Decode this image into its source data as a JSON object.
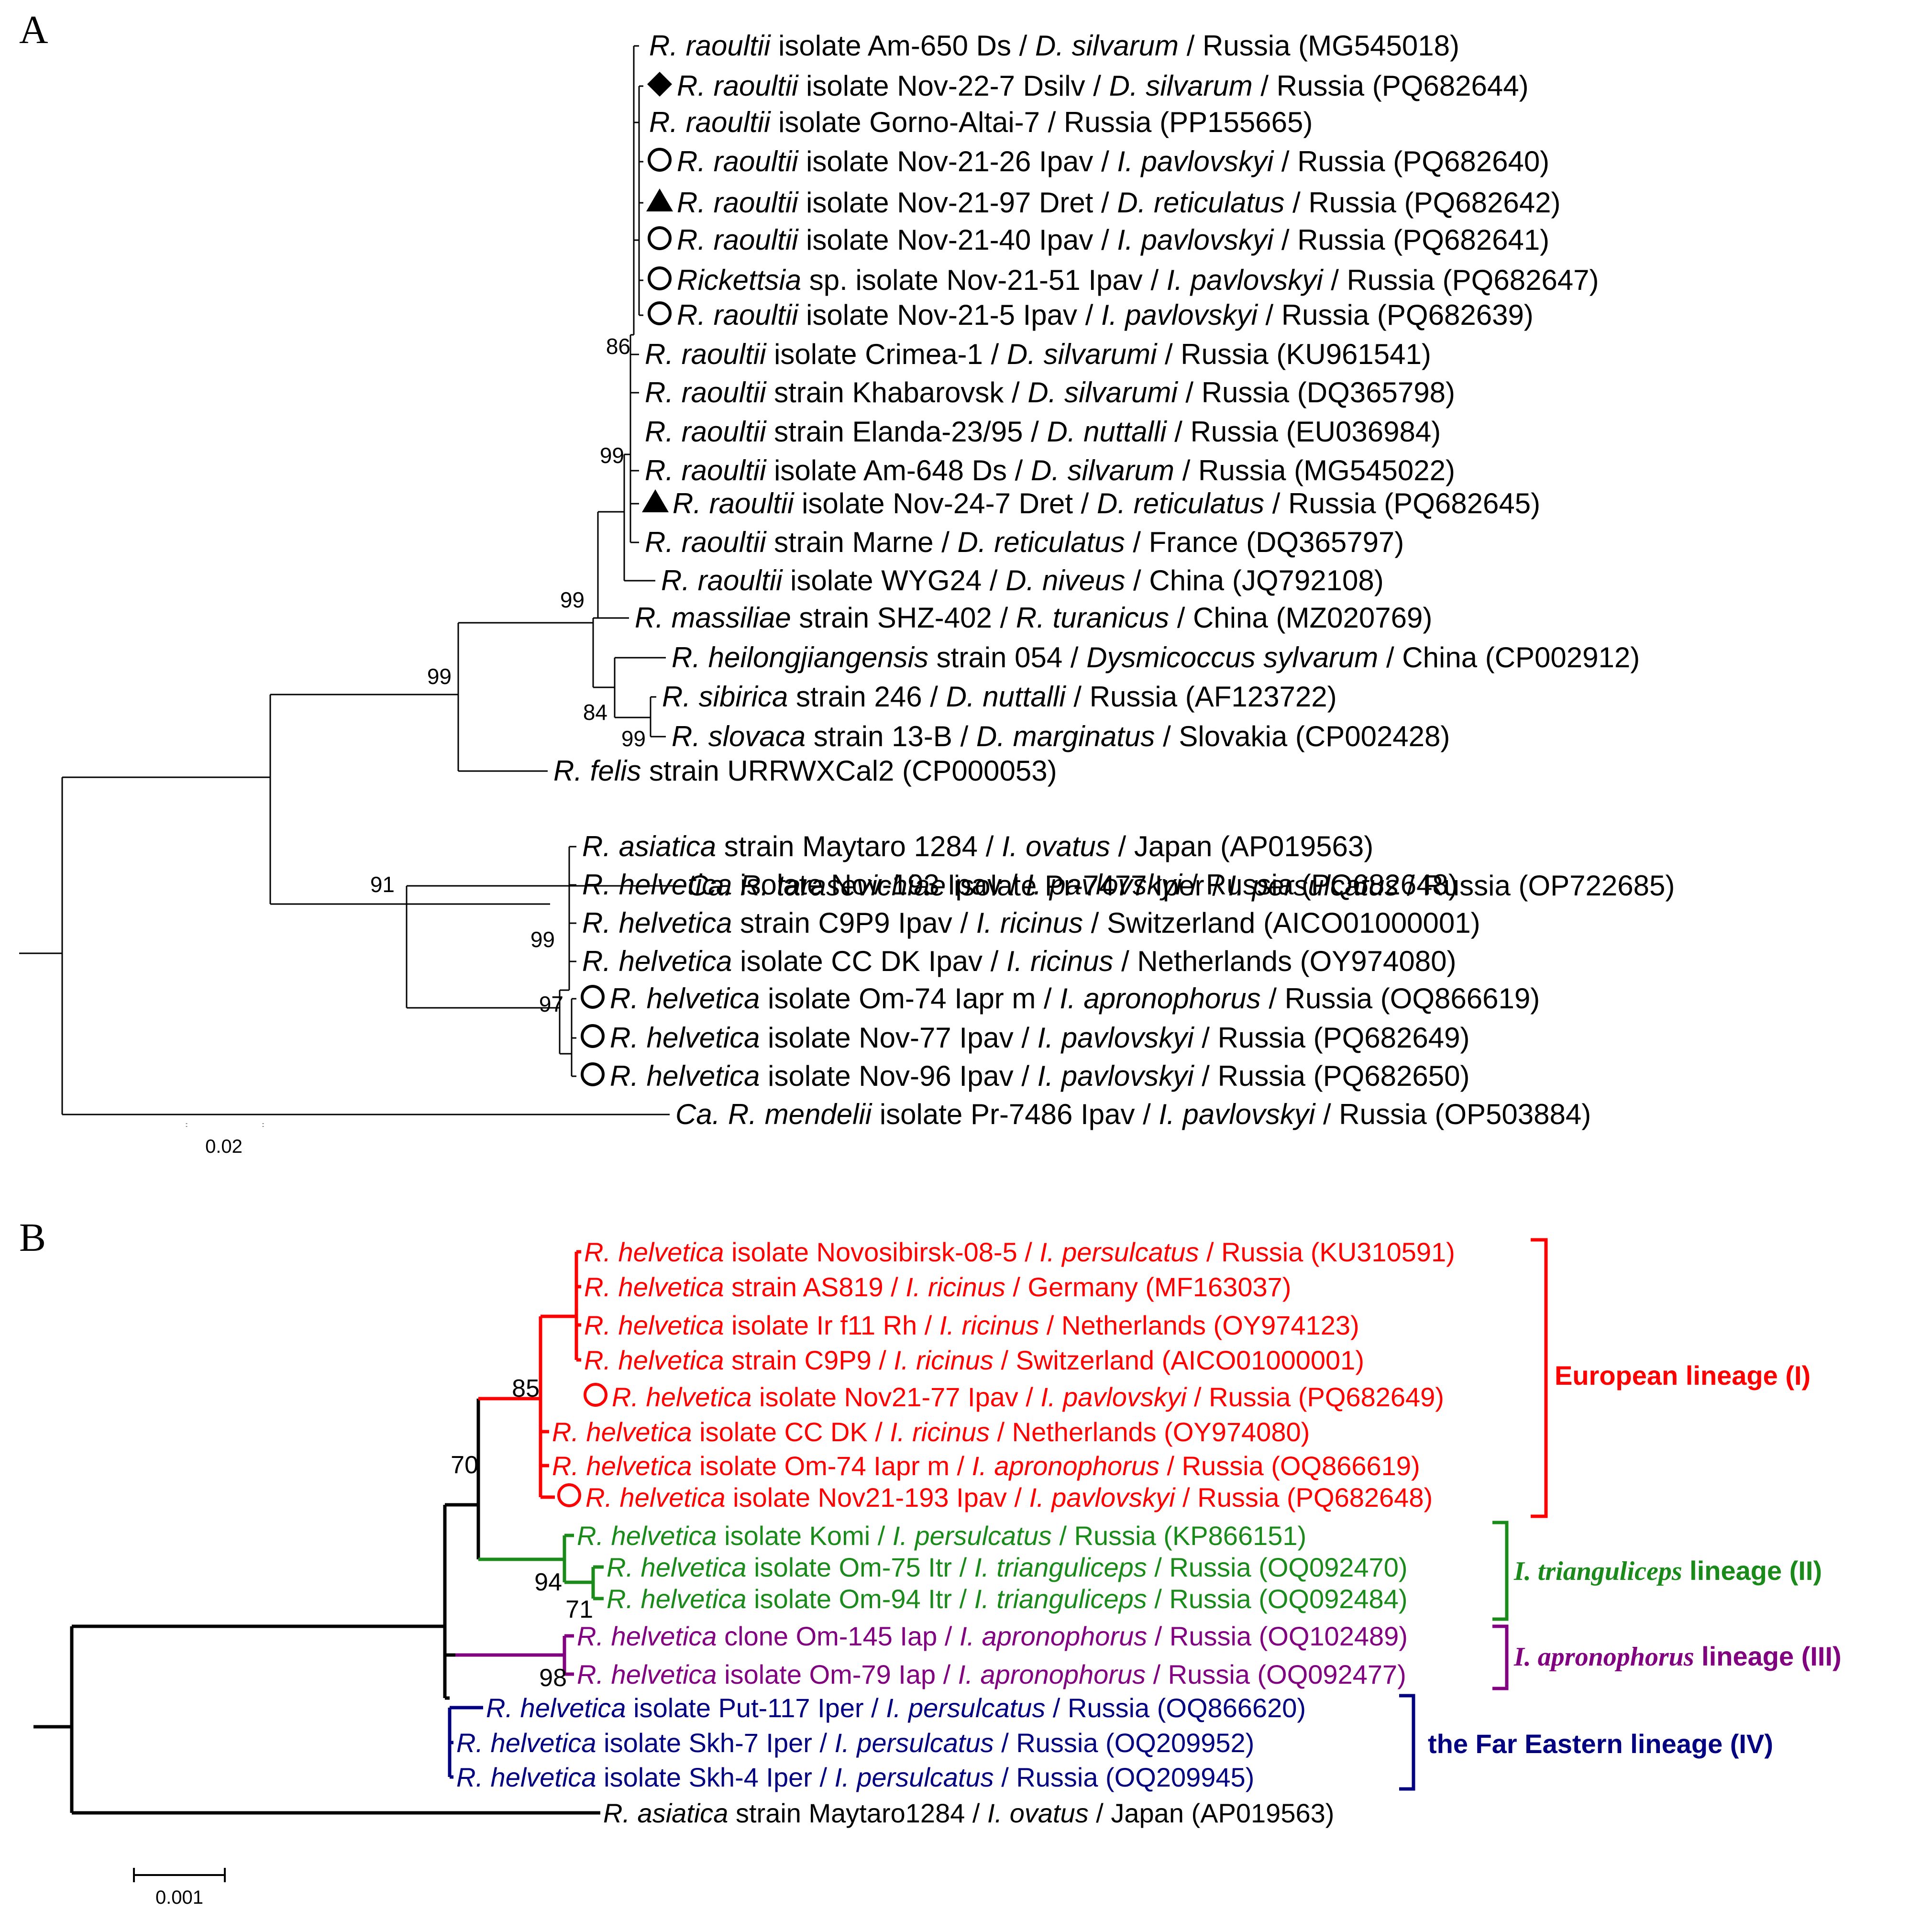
{
  "panelA": {
    "label": "A",
    "bootstrap": [
      "86",
      "99",
      "99",
      "99",
      "84",
      "99",
      "91",
      "99",
      "97"
    ],
    "scale_label": "0.02",
    "taxa": [
      {
        "genus": "R.",
        "species": "raoultii",
        "text1": "isolate Am-650 Ds /",
        "host": "D. silvarum",
        "text2": "/ Russia (MG545018)",
        "marker": ""
      },
      {
        "genus": "R.",
        "species": "raoultii",
        "text1": "isolate Nov-22-7 Dsilv /",
        "host": "D. silvarum",
        "text2": "/ Russia (PQ682644)",
        "marker": "diamond"
      },
      {
        "genus": "R.",
        "species": "raoultii",
        "text1": "isolate Gorno-Altai-7 / Russia (PP155665)",
        "host": "",
        "text2": "",
        "marker": ""
      },
      {
        "genus": "R.",
        "species": "raoultii",
        "text1": "isolate Nov-21-26 Ipav /",
        "host": "I. pavlovskyi",
        "text2": "/ Russia (PQ682640)",
        "marker": "circle"
      },
      {
        "genus": "R.",
        "species": "raoultii",
        "text1": "isolate Nov-21-97 Dret /",
        "host": "D. reticulatus",
        "text2": "/ Russia (PQ682642)",
        "marker": "triangle"
      },
      {
        "genus": "R.",
        "species": "raoultii",
        "text1": "isolate Nov-21-40 Ipav /",
        "host": "I. pavlovskyi",
        "text2": "/ Russia (PQ682641)",
        "marker": "circle"
      },
      {
        "genus": "Rickettsia",
        "species": "",
        "text1": "sp. isolate Nov-21-51 Ipav /",
        "host": "I. pavlovskyi",
        "text2": "/ Russia (PQ682647)",
        "marker": "circle"
      },
      {
        "genus": "R.",
        "species": "raoultii",
        "text1": "isolate Nov-21-5 Ipav /",
        "host": "I. pavlovskyi",
        "text2": "/ Russia (PQ682639)",
        "marker": "circle"
      },
      {
        "genus": "R.",
        "species": "raoultii",
        "text1": "isolate Crimea-1 /",
        "host": "D. silvarumi",
        "text2": "/ Russia (KU961541)",
        "marker": ""
      },
      {
        "genus": "R.",
        "species": "raoultii",
        "text1": "strain Khabarovsk /",
        "host": "D. silvarumi",
        "text2": "/ Russia (DQ365798)",
        "marker": ""
      },
      {
        "genus": "R.",
        "species": "raoultii",
        "text1": "strain Elanda-23/95 /",
        "host": "D. nuttalli",
        "text2": "/ Russia (EU036984)",
        "marker": ""
      },
      {
        "genus": "R.",
        "species": "raoultii",
        "text1": "isolate Am-648 Ds /",
        "host": "D. silvarum",
        "text2": "/ Russia (MG545022)",
        "marker": ""
      },
      {
        "genus": "R.",
        "species": "raoultii",
        "text1": "isolate Nov-24-7 Dret /",
        "host": "D. reticulatus",
        "text2": "/ Russia (PQ682645)",
        "marker": "triangle"
      },
      {
        "genus": "R.",
        "species": "raoultii",
        "text1": "strain Marne /",
        "host": "D. reticulatus",
        "text2": "/ France (DQ365797)",
        "marker": ""
      },
      {
        "genus": "R.",
        "species": "raoultii",
        "text1": "isolate WYG24 /",
        "host": "D. niveus",
        "text2": "/ China (JQ792108)",
        "marker": ""
      },
      {
        "genus": "R.",
        "species": "massiliae",
        "text1": "strain SHZ-402 /",
        "host": "R. turanicus",
        "text2": "/ China (MZ020769)",
        "marker": ""
      },
      {
        "genus": "R.",
        "species": "heilongjiangensis",
        "text1": "strain 054 /",
        "host": "Dysmicoccus sylvarum",
        "text2": "/ China (CP002912)",
        "marker": ""
      },
      {
        "genus": "R.",
        "species": "sibirica",
        "text1": "strain 246 /",
        "host": "D. nuttalli",
        "text2": "/ Russia (AF123722)",
        "marker": ""
      },
      {
        "genus": "R.",
        "species": "slovaca",
        "text1": "strain 13-B /",
        "host": "D. marginatus",
        "text2": "/ Slovakia (CP002428)",
        "marker": ""
      },
      {
        "genus": "R.",
        "species": "felis",
        "text1": "strain URRWXCal2 (CP000053)",
        "host": "",
        "text2": "",
        "marker": ""
      },
      {
        "genus": "Ca. R.",
        "species": "tarasevichiae",
        "text1": "isolate Pr-7477 Iper /",
        "host": "I. persulcatus",
        "text2": "/ Russia (OP722685)",
        "marker": ""
      },
      {
        "genus": "R.",
        "species": "asiatica",
        "text1": "strain Maytaro 1284 /",
        "host": "I. ovatus",
        "text2": "/ Japan (AP019563)",
        "marker": ""
      },
      {
        "genus": "R.",
        "species": "helvetica",
        "text1": "isolate Nov-193 Ipav /",
        "host": "I. pavlovskyi",
        "text2": "/ Russia (PQ682648)",
        "marker": ""
      },
      {
        "genus": "R.",
        "species": "helvetica",
        "text1": "strain C9P9 Ipav /",
        "host": "I. ricinus",
        "text2": "/ Switzerland (AICO01000001)",
        "marker": ""
      },
      {
        "genus": "R.",
        "species": "helvetica",
        "text1": "isolate CC DK Ipav /",
        "host": "I. ricinus",
        "text2": "/ Netherlands (OY974080)",
        "marker": ""
      },
      {
        "genus": "R.",
        "species": "helvetica",
        "text1": "isolate Om-74 Iapr m /",
        "host": "I. apronophorus",
        "text2": "/ Russia (OQ866619)",
        "marker": "circle"
      },
      {
        "genus": "R.",
        "species": "helvetica",
        "text1": "isolate Nov-77 Ipav /",
        "host": "I. pavlovskyi",
        "text2": "/ Russia (PQ682649)",
        "marker": "circle"
      },
      {
        "genus": "R.",
        "species": "helvetica",
        "text1": "isolate Nov-96 Ipav /",
        "host": "I. pavlovskyi",
        "text2": "/ Russia (PQ682650)",
        "marker": "circle"
      },
      {
        "genus": "Ca. R.",
        "species": "mendelii",
        "text1": "isolate Pr-7486 Ipav /",
        "host": "I. pavlovskyi",
        "text2": "/ Russia (OP503884)",
        "marker": ""
      }
    ]
  },
  "panelB": {
    "label": "B",
    "bootstrap": [
      "85",
      "70",
      "94",
      "71",
      "98"
    ],
    "scale_label": "0.001",
    "colors": {
      "I": "#ff0000",
      "II": "#1a8a1a",
      "III": "#800080",
      "IV": "#000080",
      "outgroup": "#000000"
    },
    "lineages": [
      {
        "pre": "European lineage (I)",
        "italic": "",
        "post": "",
        "clade": "I"
      },
      {
        "pre": "",
        "italic": "I. trianguliceps",
        "post": " lineage (II)",
        "clade": "II"
      },
      {
        "pre": "",
        "italic": "I. apronophorus",
        "post": " lineage (III)",
        "clade": "III"
      },
      {
        "pre": "the Far Eastern lineage (IV)",
        "italic": "",
        "post": "",
        "clade": "IV"
      }
    ],
    "taxa": [
      {
        "genus": "R.",
        "species": "helvetica",
        "text1": "isolate Novosibirsk-08-5 /",
        "host": "I. persulcatus",
        "text2": "/ Russia (KU310591)",
        "marker": "",
        "clade": "I"
      },
      {
        "genus": "R.",
        "species": "helvetica",
        "text1": "strain AS819 /",
        "host": "I. ricinus",
        "text2": "/ Germany (MF163037)",
        "marker": "",
        "clade": "I"
      },
      {
        "genus": "R.",
        "species": "helvetica",
        "text1": "isolate Ir f11 Rh /",
        "host": "I. ricinus",
        "text2": "/ Netherlands  (OY974123)",
        "marker": "",
        "clade": "I"
      },
      {
        "genus": "R.",
        "species": "helvetica",
        "text1": "strain C9P9 /",
        "host": "I. ricinus",
        "text2": "/ Switzerland (AICO01000001)",
        "marker": "",
        "clade": "I"
      },
      {
        "genus": "R.",
        "species": "helvetica",
        "text1": "isolate Nov21-77 Ipav /",
        "host": "I. pavlovskyi",
        "text2": "/ Russia (PQ682649)",
        "marker": "circle",
        "clade": "I"
      },
      {
        "genus": "R.",
        "species": "helvetica",
        "text1": "isolate CC DK /",
        "host": "I. ricinus",
        "text2": "/ Netherlands (OY974080)",
        "marker": "",
        "clade": "I"
      },
      {
        "genus": "R.",
        "species": "helvetica",
        "text1": "isolate Om-74 Iapr m /",
        "host": "I. apronophorus",
        "text2": "/ Russia (OQ866619)",
        "marker": "",
        "clade": "I"
      },
      {
        "genus": "R.",
        "species": "helvetica",
        "text1": "isolate Nov21-193 Ipav /",
        "host": "I. pavlovskyi",
        "text2": "/ Russia (PQ682648)",
        "marker": "circle",
        "clade": "I"
      },
      {
        "genus": "R.",
        "species": "helvetica",
        "text1": "isolate Komi /",
        "host": "I. persulcatus",
        "text2": "/ Russia (KP866151)",
        "marker": "",
        "clade": "II"
      },
      {
        "genus": "R.",
        "species": "helvetica",
        "text1": "isolate Om-75 Itr /",
        "host": "I. trianguliceps",
        "text2": "/ Russia (OQ092470)",
        "marker": "",
        "clade": "II"
      },
      {
        "genus": "R.",
        "species": "helvetica",
        "text1": "isolate Om-94 Itr  /",
        "host": "I. trianguliceps",
        "text2": "/ Russia (OQ092484)",
        "marker": "",
        "clade": "II"
      },
      {
        "genus": "R.",
        "species": "helvetica",
        "text1": "clone Om-145 Iap  /",
        "host": "I. apronophorus",
        "text2": "/ Russia (OQ102489)",
        "marker": "",
        "clade": "III"
      },
      {
        "genus": "R.",
        "species": "helvetica",
        "text1": "isolate Om-79 Iap  /",
        "host": "I. apronophorus",
        "text2": "/ Russia (OQ092477)",
        "marker": "",
        "clade": "III"
      },
      {
        "genus": "R.",
        "species": "helvetica",
        "text1": "isolate Put-117 Iper /",
        "host": "I. persulcatus",
        "text2": "/ Russia (OQ866620)",
        "marker": "",
        "clade": "IV"
      },
      {
        "genus": "R.",
        "species": "helvetica",
        "text1": "isolate Skh-7 Iper /",
        "host": "I. persulcatus",
        "text2": "/ Russia (OQ209952)",
        "marker": "",
        "clade": "IV"
      },
      {
        "genus": "R.",
        "species": "helvetica",
        "text1": "isolate Skh-4 Iper /",
        "host": "I. persulcatus",
        "text2": "/ Russia (OQ209945)",
        "marker": "",
        "clade": "IV"
      },
      {
        "genus": "R.",
        "species": "asiatica",
        "text1": "strain Maytaro1284 /",
        "host": "I. ovatus",
        "text2": "/ Japan (AP019563)",
        "marker": "",
        "clade": "outgroup"
      }
    ]
  }
}
